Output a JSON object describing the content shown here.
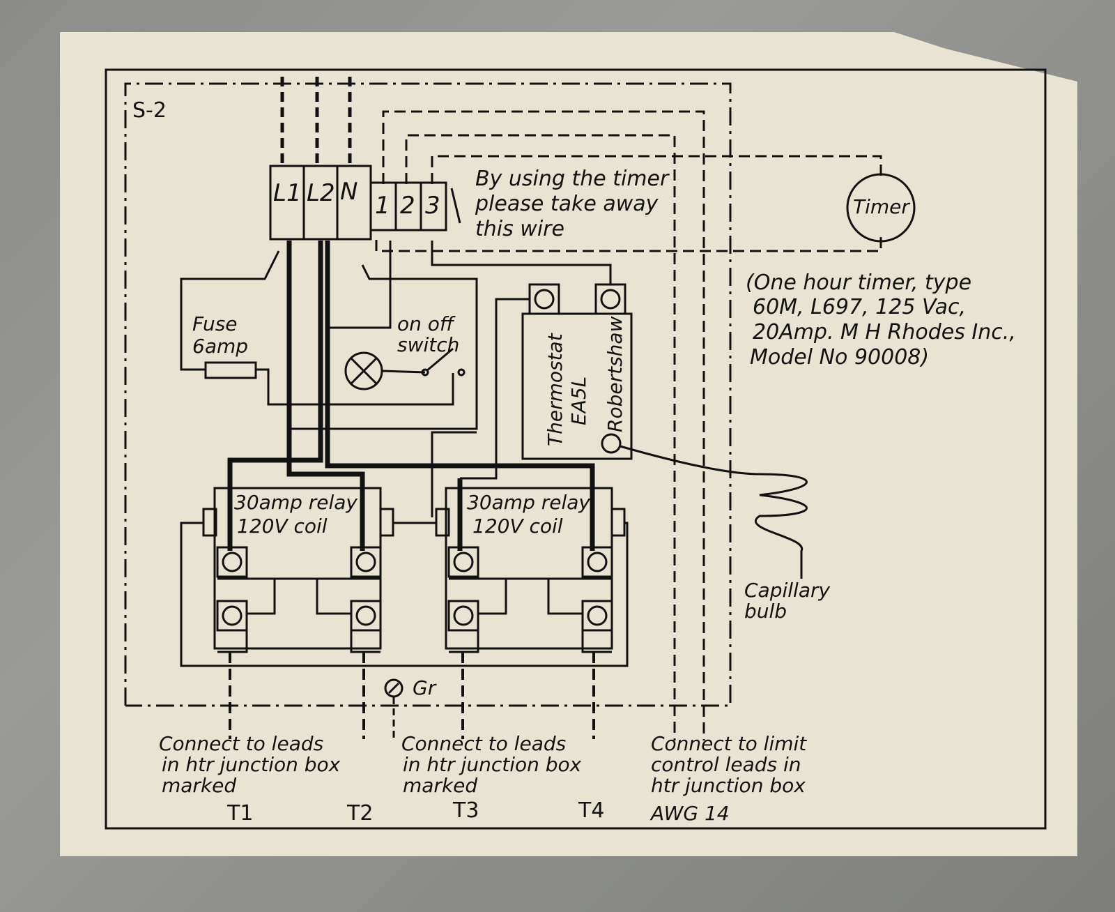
{
  "sheet_id": "S-2",
  "terminals": [
    "L1",
    "L2",
    "N",
    "1",
    "2",
    "3"
  ],
  "timer_note": [
    "By using the timer",
    "please take away",
    "this wire"
  ],
  "timer_label": "Timer",
  "timer_spec": [
    "(One hour timer, type",
    "60M, L697, 125 Vac,",
    "20Amp. M H Rhodes Inc.,",
    "Model No 90008)"
  ],
  "fuse_label": [
    "Fuse",
    "6amp"
  ],
  "switch_label": [
    "on off",
    "switch"
  ],
  "thermostat_label": [
    "Thermostat",
    "EA5L",
    "Robertshaw"
  ],
  "relay_left": [
    "30amp relay",
    "120V coil"
  ],
  "relay_right": [
    "30amp relay",
    "120V coil"
  ],
  "ground_label": "Gr",
  "capillary_label": [
    "Capillary",
    "bulb"
  ],
  "connect_left": [
    "Connect to leads",
    "in htr junction box",
    "marked"
  ],
  "connect_mid": [
    "Connect to leads",
    "in htr junction box",
    "marked"
  ],
  "connect_right": [
    "Connect to limit",
    "control leads in",
    "htr junction box"
  ],
  "terminal_marks": {
    "t1": "T1",
    "t2": "T2",
    "t3": "T3",
    "t4": "T4",
    "awg": "AWG 14"
  }
}
